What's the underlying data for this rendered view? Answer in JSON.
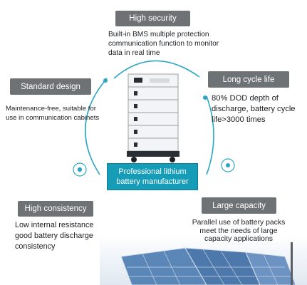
{
  "features": {
    "high_security": {
      "label": "High security",
      "lines": [
        "Built-in BMS multiple protection",
        "communication function to monitor",
        "data in real time"
      ]
    },
    "standard_design": {
      "label": "Standard design",
      "lines": [
        "Maintenance-free, suitable for",
        "use in communication cabinets"
      ]
    },
    "long_cycle_life": {
      "label": "Long cycle life",
      "lines": [
        "80% DOD depth of",
        "discharge, battery cycle",
        "life>3000 times"
      ]
    },
    "high_consistency": {
      "label": "High consistency",
      "lines": [
        "Low internal resistance",
        "good battery discharge",
        "consistency"
      ]
    },
    "large_capacity": {
      "label": "Large capacity",
      "lines": [
        "Parallel use of battery packs",
        "meet the needs of large",
        "capacity applications"
      ]
    }
  },
  "center": {
    "lines": [
      "Professional lithium",
      "battery manufacturer"
    ]
  },
  "colors": {
    "badge_bg": "#6f7275",
    "accent_teal": "#179cb8",
    "arc": "#2aa6c2"
  },
  "icons": {
    "product": "battery-cabinet-icon",
    "background": "solar-panel-icon"
  }
}
